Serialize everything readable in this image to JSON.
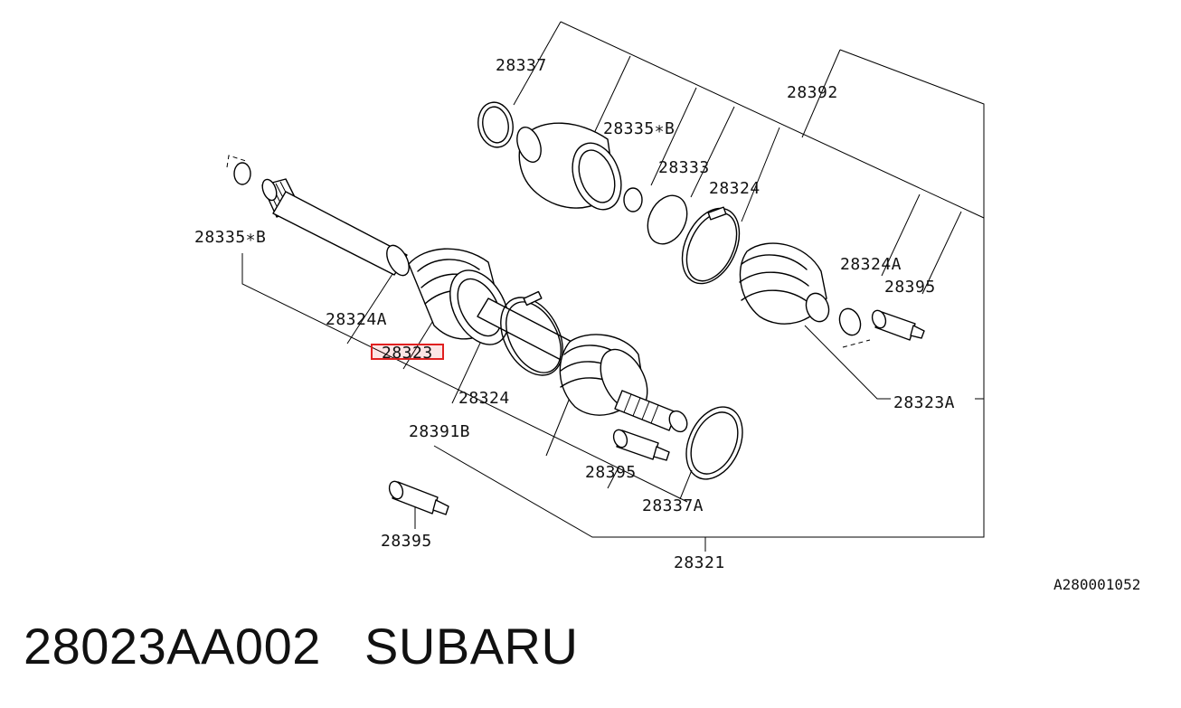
{
  "title": {
    "part_number": "28023AA002",
    "brand": "SUBARU"
  },
  "diagram_ref": "A280001052",
  "highlight_color": "#e02020",
  "labels": {
    "p28337": "28337",
    "p28335b_top": "28335∗B",
    "p28333": "28333",
    "p28324_top": "28324",
    "p28392": "28392",
    "p28335b_left": "28335∗B",
    "p28324a_left": "28324A",
    "p28323": "28323",
    "p28324_mid": "28324",
    "p28391b": "28391B",
    "p28324a_right": "28324A",
    "p28395_right": "28395",
    "p28323a": "28323A",
    "p28395_mid": "28395",
    "p28337a": "28337A",
    "p28395_left": "28395",
    "p28321": "28321"
  }
}
